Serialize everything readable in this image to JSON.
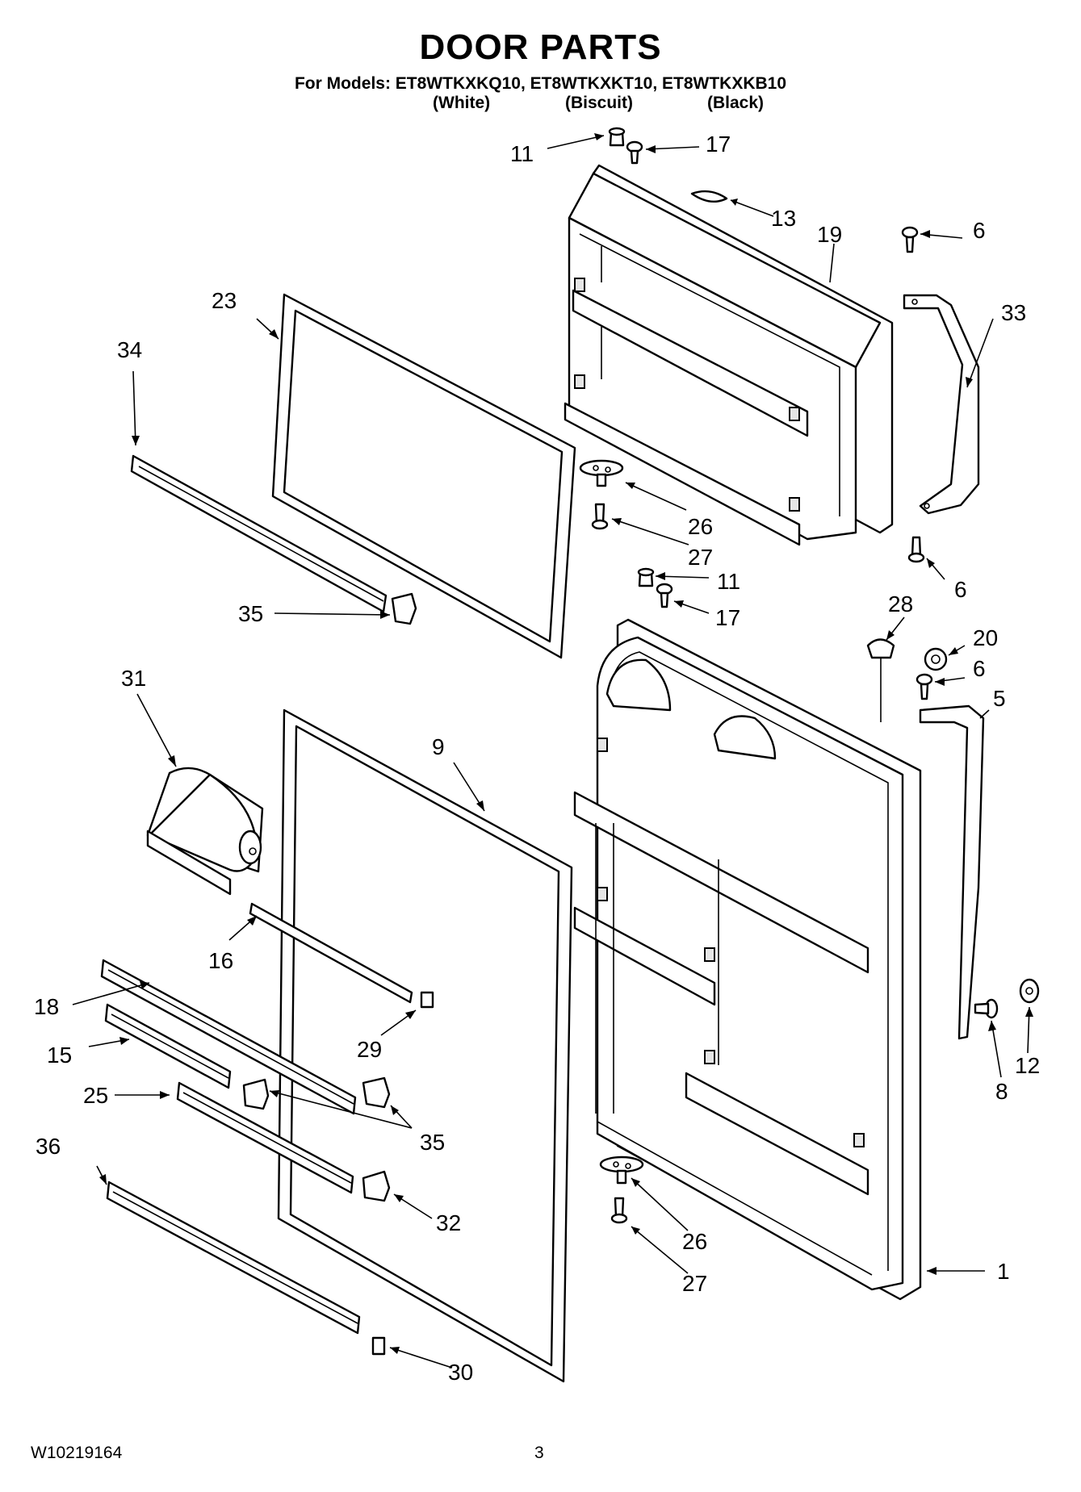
{
  "header": {
    "title": "DOOR PARTS",
    "models_line": "For Models: ET8WTKXKQ10, ET8WTKXKT10, ET8WTKXKB10",
    "variants": [
      "(White)",
      "(Biscuit)",
      "(Black)"
    ]
  },
  "callouts": {
    "c11a": "11",
    "c17a": "17",
    "c13": "13",
    "c19": "19",
    "c6a": "6",
    "c33": "33",
    "c23": "23",
    "c34": "34",
    "c26a": "26",
    "c27a": "27",
    "c6b": "6",
    "c35a": "35",
    "c11b": "11",
    "c17b": "17",
    "c28": "28",
    "c20": "20",
    "c6c": "6",
    "c5": "5",
    "c31": "31",
    "c9": "9",
    "c16": "16",
    "c18": "18",
    "c29": "29",
    "c15": "15",
    "c25": "25",
    "c35b": "35",
    "c36": "36",
    "c32": "32",
    "c26b": "26",
    "c27b": "27",
    "c1": "1",
    "c8": "8",
    "c12": "12",
    "c30": "30"
  },
  "footer": {
    "doc_number": "W10219164",
    "page_number": "3"
  }
}
